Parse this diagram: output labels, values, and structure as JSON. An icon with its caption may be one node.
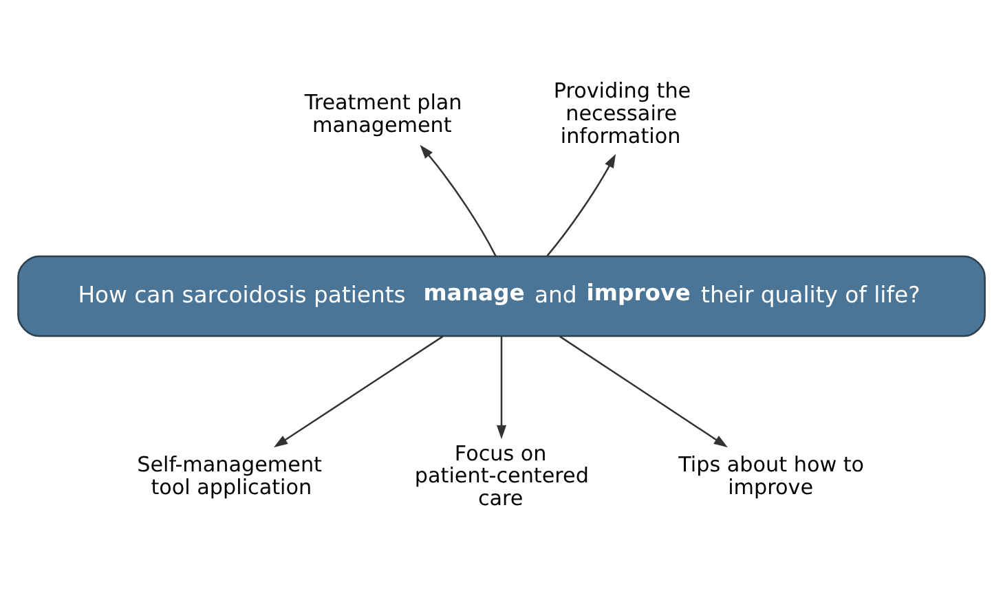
{
  "diagram": {
    "nodes": [
      {
        "text": [
          "How can sarcoidosis patients **manage** and **improve** their quality of life?"
        ]
      },
      {
        "text": [
          "Treatment plan management"
        ]
      },
      {
        "text": [
          "Providing the necessaire information"
        ]
      },
      {
        "text": [
          "Self-management tool application"
        ]
      },
      {
        "text": [
          "Focus on patient-centered care"
        ]
      },
      {
        "text": [
          "Tips about how to improve"
        ]
      }
    ],
    "edges": [
      {
        "from": 0,
        "to": 1,
        "arrow": "to"
      },
      {
        "from": 0,
        "to": 2,
        "arrow": "to"
      },
      {
        "from": 0,
        "to": 3,
        "arrow": "to"
      },
      {
        "from": 0,
        "to": 4,
        "arrow": "to"
      },
      {
        "from": 0,
        "to": 5,
        "arrow": "to"
      }
    ]
  }
}
